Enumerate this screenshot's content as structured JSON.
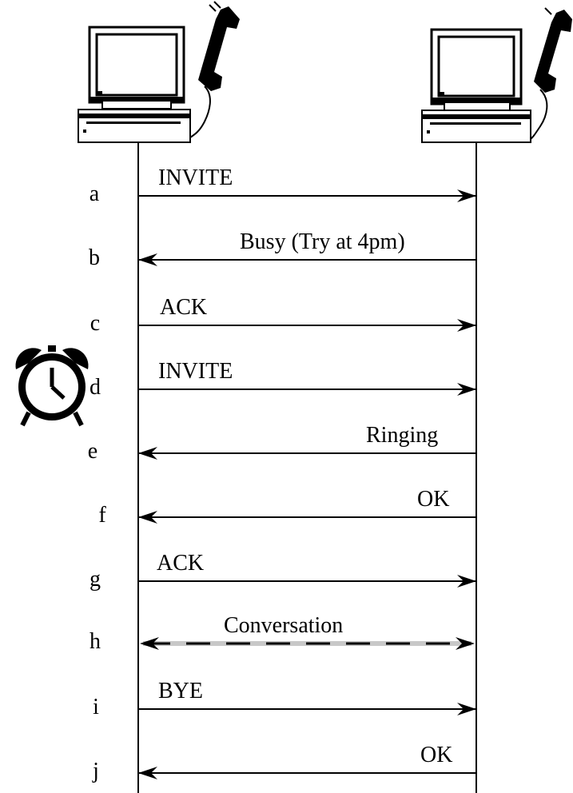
{
  "diagram": {
    "lifelines": [
      {
        "id": "caller",
        "device": "computer-with-phone-icon"
      },
      {
        "id": "callee",
        "device": "computer-with-phone-icon"
      }
    ],
    "timer": {
      "icon": "alarm-clock-icon"
    },
    "steps": [
      {
        "letter": "a",
        "label": "INVITE",
        "direction": "right"
      },
      {
        "letter": "b",
        "label": "Busy (Try at 4pm)",
        "direction": "left"
      },
      {
        "letter": "c",
        "label": "ACK",
        "direction": "right"
      },
      {
        "letter": "d",
        "label": "INVITE",
        "direction": "right"
      },
      {
        "letter": "e",
        "label": "Ringing",
        "direction": "left"
      },
      {
        "letter": "f",
        "label": "OK",
        "direction": "left"
      },
      {
        "letter": "g",
        "label": "ACK",
        "direction": "right"
      },
      {
        "letter": "h",
        "label": "Conversation",
        "direction": "both",
        "style": "dashed"
      },
      {
        "letter": "i",
        "label": "BYE",
        "direction": "right"
      },
      {
        "letter": "j",
        "label": "OK",
        "direction": "left"
      }
    ]
  }
}
